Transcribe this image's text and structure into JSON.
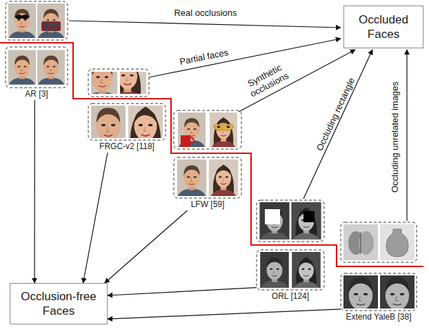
{
  "diagram": {
    "nodes": [
      {
        "text": [
          "Occluded Faces"
        ]
      },
      {
        "text": [
          "AR [3]"
        ]
      },
      {
        "text": [
          "FRGC-v2 [118]"
        ]
      },
      {
        "text": [
          "LFW [59]"
        ]
      },
      {
        "text": [
          "ORL [124]"
        ]
      },
      {
        "text": [
          "Extend YaleB [38]"
        ]
      },
      {
        "text": [
          "Occlusion-free Faces"
        ]
      }
    ],
    "edges": [
      {
        "from": 1,
        "to": 6,
        "arrow": "to"
      },
      {
        "from": 2,
        "to": 6,
        "arrow": "to"
      },
      {
        "from": 3,
        "to": 6,
        "arrow": "to"
      },
      {
        "from": 4,
        "to": 6,
        "arrow": "to"
      },
      {
        "from": 5,
        "to": 6,
        "arrow": "to"
      }
    ],
    "labels": [
      "Real occlusions",
      "Partial faces",
      "Synthetic occlusions",
      "Occluding rectangle",
      "Occluding unrelated images"
    ]
  }
}
